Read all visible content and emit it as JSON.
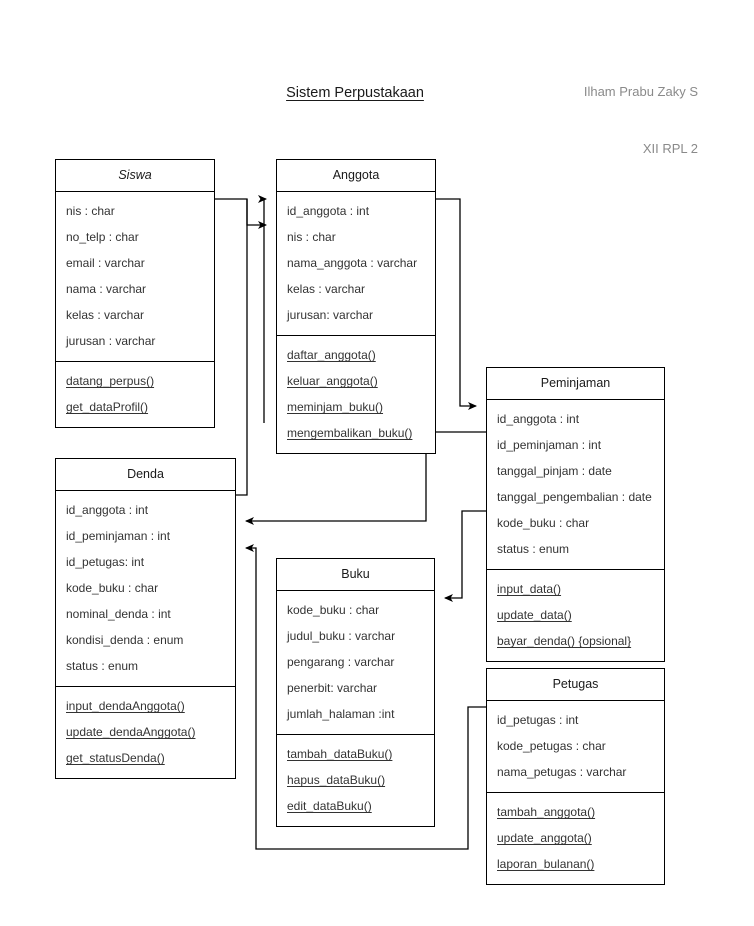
{
  "header": {
    "author_name": "Ilham Prabu Zaky S",
    "author_class": "XII RPL 2"
  },
  "title": "Sistem Perpustakaan",
  "classes": [
    {
      "id": "siswa",
      "name": "Siswa",
      "abstract": true,
      "attributes": [
        "nis : char",
        "no_telp : char",
        "email : varchar",
        "nama : varchar",
        "kelas : varchar",
        "jurusan : varchar"
      ],
      "operations": [
        "datang_perpus()",
        "get_dataProfil()"
      ]
    },
    {
      "id": "anggota",
      "name": "Anggota",
      "abstract": false,
      "attributes": [
        "id_anggota : int",
        "nis : char",
        "nama_anggota : varchar",
        "kelas : varchar",
        "jurusan: varchar"
      ],
      "operations": [
        "daftar_anggota()",
        "keluar_anggota()",
        "meminjam_buku()",
        "mengembalikan_buku()"
      ]
    },
    {
      "id": "peminjaman",
      "name": "Peminjaman",
      "abstract": false,
      "attributes": [
        "id_anggota : int",
        "id_peminjaman : int",
        "tanggal_pinjam : date",
        "tanggal_pengembalian : date",
        "kode_buku : char",
        "status : enum"
      ],
      "operations": [
        "input_data()",
        "update_data()",
        "bayar_denda() {opsional}"
      ]
    },
    {
      "id": "denda",
      "name": "Denda",
      "abstract": false,
      "attributes": [
        "id_anggota : int",
        "id_peminjaman : int",
        "id_petugas: int",
        "kode_buku : char",
        "nominal_denda : int",
        "kondisi_denda : enum",
        "status : enum"
      ],
      "operations": [
        "input_dendaAnggota()",
        "update_dendaAnggota()",
        "get_statusDenda()"
      ]
    },
    {
      "id": "buku",
      "name": "Buku",
      "abstract": false,
      "attributes": [
        "kode_buku : char",
        "judul_buku : varchar",
        "pengarang : varchar",
        "penerbit: varchar",
        "jumlah_halaman :int"
      ],
      "operations": [
        "tambah_dataBuku()",
        "hapus_dataBuku()",
        "edit_dataBuku()"
      ]
    },
    {
      "id": "petugas",
      "name": "Petugas",
      "abstract": false,
      "attributes": [
        "id_petugas : int",
        "kode_petugas : char",
        "nama_petugas : varchar"
      ],
      "operations": [
        "tambah_anggota()",
        "update_anggota()",
        "laporan_bulanan()"
      ]
    }
  ],
  "relations": [
    {
      "from": "siswa.nis",
      "to": "anggota.nis"
    },
    {
      "from": "siswa.nis",
      "to": "anggota.id_anggota"
    },
    {
      "from": "anggota.id_anggota",
      "to": "peminjaman.id_anggota"
    },
    {
      "from": "peminjaman.id_peminjaman",
      "to": "denda.id_peminjaman"
    },
    {
      "from": "peminjaman.kode_buku",
      "to": "buku.kode_buku"
    },
    {
      "from": "petugas.id_petugas",
      "to": "denda.id_petugas"
    }
  ],
  "style": {
    "line_color": "#000000",
    "text_color": "#333333",
    "author_color": "#8a8a8a"
  }
}
